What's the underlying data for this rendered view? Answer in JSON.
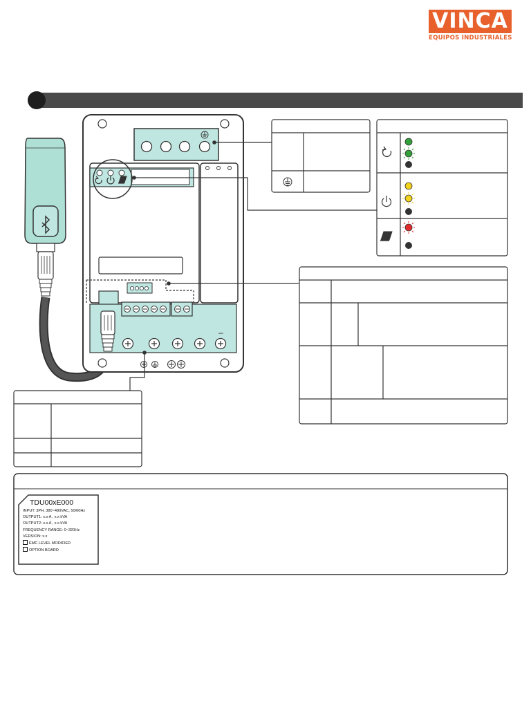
{
  "brand": {
    "name": "VINCA",
    "tagline": "EQUIPOS INDUSTRIALES",
    "color": "#e8612c"
  },
  "colors": {
    "header_bar": "#4a4a4a",
    "terminal_fill": "#bfe6e0",
    "outline": "#333333",
    "cable": "#3a3a3a",
    "led_green": "#33a13a",
    "led_yellow": "#f2d21b",
    "led_red": "#e32b2b",
    "led_off": "#333333"
  },
  "icons": {
    "bluetooth_module": "bluetooth-icon",
    "status_run": "rotate-arrow-icon",
    "status_power": "power-icon",
    "status_fault": "book-icon",
    "earth": "ground-icon"
  },
  "device_label": {
    "model": "TDU00xE000",
    "lines": [
      "INPUT: 3PH, 380~480VAC, 50/60Hz",
      "OUTPUT1: x.x A , x.x kVA",
      "OUTPUT2: x.x A , x.x kVA",
      "FREQUENCY RANGE: 0~320Hz",
      "VERSION: x.x"
    ],
    "options": [
      "EMC LEVEL MODIFIED",
      "OPTION BOARD"
    ]
  },
  "terminal_marks": {
    "minus": "–"
  }
}
